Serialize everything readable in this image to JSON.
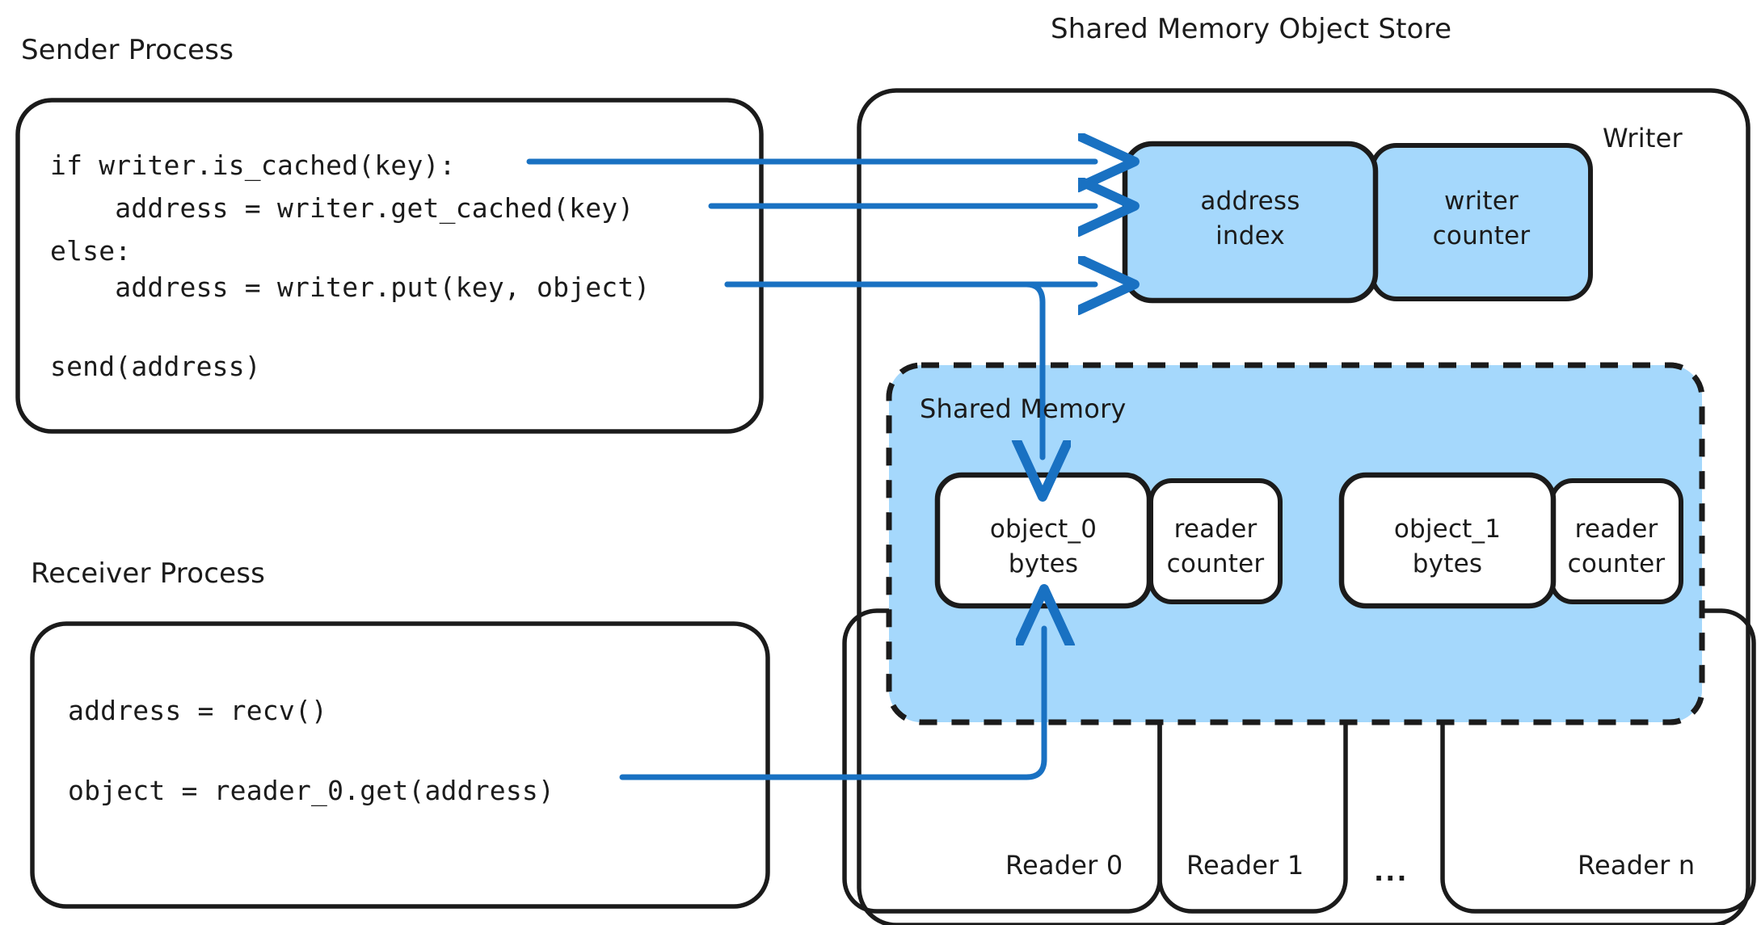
{
  "diagram": {
    "title_sender": "Sender Process",
    "title_receiver": "Receiver Process",
    "title_store": "Shared Memory Object Store",
    "writer_label": "Writer",
    "shared_memory_label": "Shared Memory",
    "ellipsis": "...",
    "colors": {
      "stroke": "#1b1b1b",
      "fill_blue": "#a5d8fc",
      "arrow_blue": "#1971c2",
      "background": "#ffffff",
      "box_white": "#ffffff"
    },
    "sender_code": [
      "if writer.is_cached(key):",
      "    address = writer.get_cached(key)",
      "else:",
      "    address = writer.put(key, object)",
      "",
      "send(address)"
    ],
    "receiver_code": [
      "address = recv()",
      "",
      "object = reader_0.get(address)"
    ],
    "writer_boxes": [
      {
        "line1": "address",
        "line2": "index"
      },
      {
        "line1": "writer",
        "line2": "counter"
      }
    ],
    "memory_slots": [
      {
        "object": {
          "line1": "object_0",
          "line2": "bytes"
        },
        "counter": {
          "line1": "reader",
          "line2": "counter"
        }
      },
      {
        "object": {
          "line1": "object_1",
          "line2": "bytes"
        },
        "counter": {
          "line1": "reader",
          "line2": "counter"
        }
      }
    ],
    "readers": [
      {
        "label": "Reader 0"
      },
      {
        "label": "Reader 1"
      },
      {
        "label": "Reader n"
      }
    ]
  }
}
